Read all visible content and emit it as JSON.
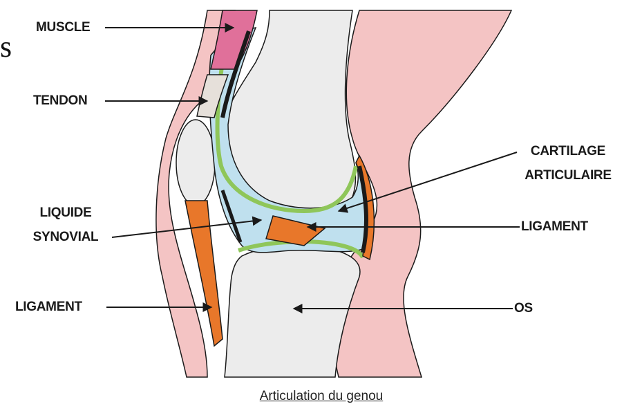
{
  "diagram": {
    "labels": {
      "muscle": "MUSCLE",
      "tendon": "TENDON",
      "cartilage_line1": "CARTILAGE",
      "cartilage_line2": "ARTICULAIRE",
      "synovial_line1": "LIQUIDE",
      "synovial_line2": "SYNOVIAL",
      "ligament_right": "LIGAMENT",
      "ligament_left": "LIGAMENT",
      "bone": "OS"
    },
    "caption": "Articulation du genou",
    "edge_glyph": "s",
    "colors": {
      "skin": "#f4c4c4",
      "muscle": "#e0709a",
      "synovial": "#bfe0ee",
      "cartilage": "#8fc65a",
      "ligament": "#e8772a",
      "bone": "#ececec",
      "tendon": "#e6e0da",
      "outline": "#1a1a1a"
    }
  }
}
